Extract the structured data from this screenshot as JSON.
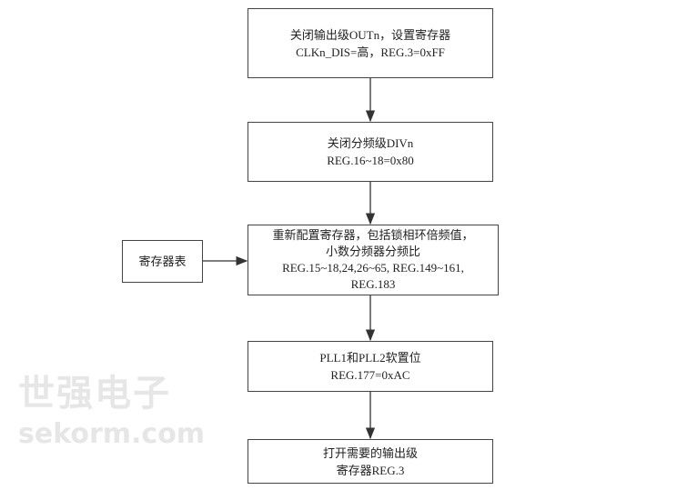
{
  "watermark": {
    "cn": "世强电子",
    "en": "sekorm.com"
  },
  "steps": [
    {
      "lines": [
        "关闭输出级OUTn，设置寄存器",
        "CLKn_DIS=高，REG.3=0xFF"
      ]
    },
    {
      "lines": [
        "关闭分频级DIVn",
        "REG.16~18=0x80"
      ]
    },
    {
      "lines": [
        "重新配置寄存器，包括锁相环倍频值，",
        "小数分频器分频比",
        "REG.15~18,24,26~65, REG.149~161,",
        "REG.183"
      ]
    },
    {
      "lines": [
        "PLL1和PLL2软置位",
        "REG.177=0xAC"
      ]
    },
    {
      "lines": [
        "打开需要的输出级",
        "寄存器REG.3"
      ]
    }
  ],
  "side": {
    "label": "寄存器表"
  }
}
